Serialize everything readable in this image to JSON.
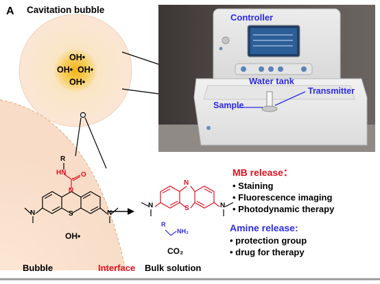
{
  "panel_letter": "A",
  "bubble": {
    "title": "Cavitation bubble",
    "radicals": [
      "OH•",
      "OH•",
      "OH•",
      "OH•"
    ]
  },
  "photo": {
    "controller": "Controller",
    "water_tank": "Water tank",
    "transmitter": "Transmitter",
    "sample": "Sample"
  },
  "reaction": {
    "reactant_atoms": {
      "r": "R",
      "hn": "HN",
      "o": "O",
      "n": "N",
      "s": "S"
    },
    "reactant_radical": "OH•",
    "product_atoms": {
      "n": "N",
      "s": "S"
    },
    "amine": {
      "r": "R",
      "nh2": "NH₂"
    },
    "co2": "CO₂"
  },
  "mb_release": {
    "title": "MB release：",
    "items": [
      "• Staining",
      "• Fluorescence imaging",
      "• Photodynamic therapy"
    ]
  },
  "amine_release": {
    "title": "Amine release:",
    "items": [
      "• protection group",
      "• drug for therapy"
    ]
  },
  "regions": {
    "bubble": "Bubble",
    "interface": "Interface",
    "bulk": "Bulk solution"
  },
  "colors": {
    "red": "#e0101e",
    "blue": "#2a2ae6",
    "bubble_core": "#f2b51a",
    "bubble_shell": "#f9dcc0"
  }
}
